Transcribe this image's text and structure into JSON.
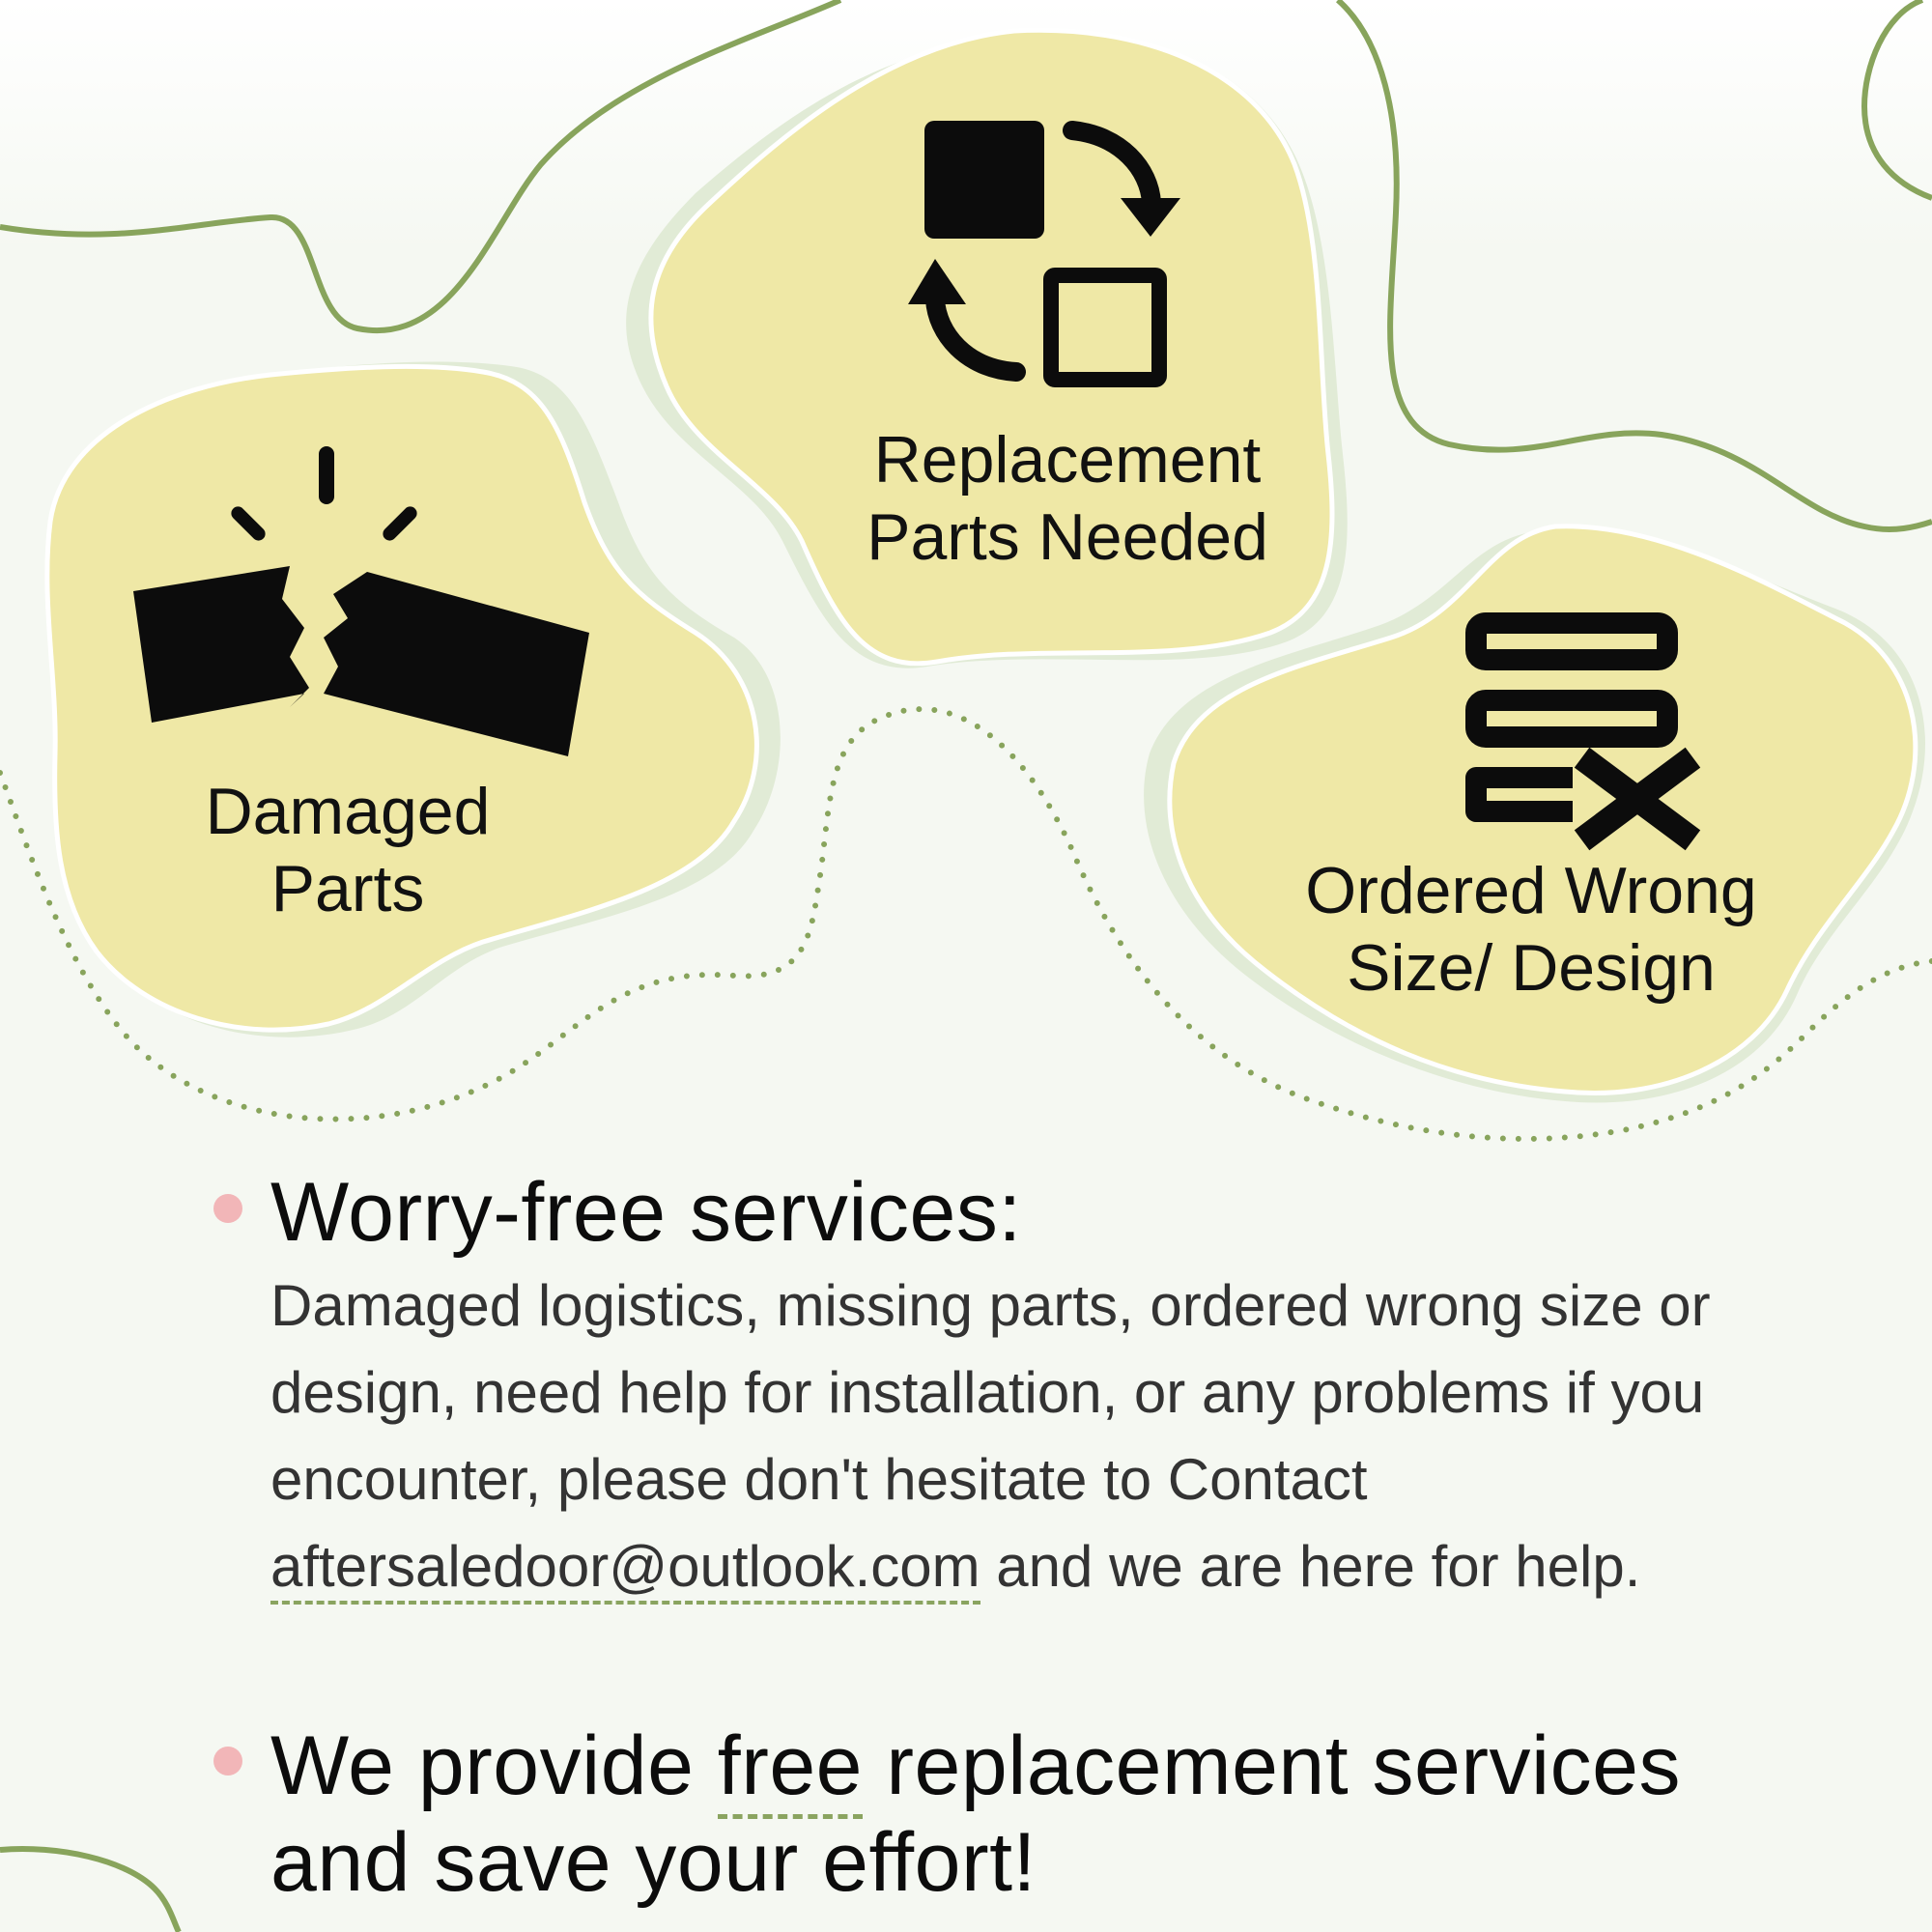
{
  "colors": {
    "background": "#f5f8f2",
    "blob_fill": "#efe8a6",
    "blob_shadow": "#e1ebd6",
    "wave_line": "#88a45c",
    "bullet_dot": "#f2b6b8",
    "icon": "#0c0c0c"
  },
  "cards": [
    {
      "icon": "broken-part-icon",
      "label_lines": [
        "Damaged",
        "Parts"
      ]
    },
    {
      "icon": "swap-arrows-icon",
      "label_lines": [
        "Replacement",
        "Parts Needed"
      ]
    },
    {
      "icon": "list-remove-icon",
      "label_lines": [
        "Ordered Wrong",
        "Size/ Design"
      ]
    }
  ],
  "services": {
    "title": "Worry-free services:",
    "body_before_email": "Damaged logistics, missing parts, ordered wrong size or design, need help for installation, or any problems if you encounter, please don't hesitate to Contact ",
    "email": "aftersaledoor@outlook.com",
    "body_after_email": " and we are here for help."
  },
  "promise": {
    "before": "We provide ",
    "highlight": "free",
    "after": " replacement services and save your effort!"
  }
}
